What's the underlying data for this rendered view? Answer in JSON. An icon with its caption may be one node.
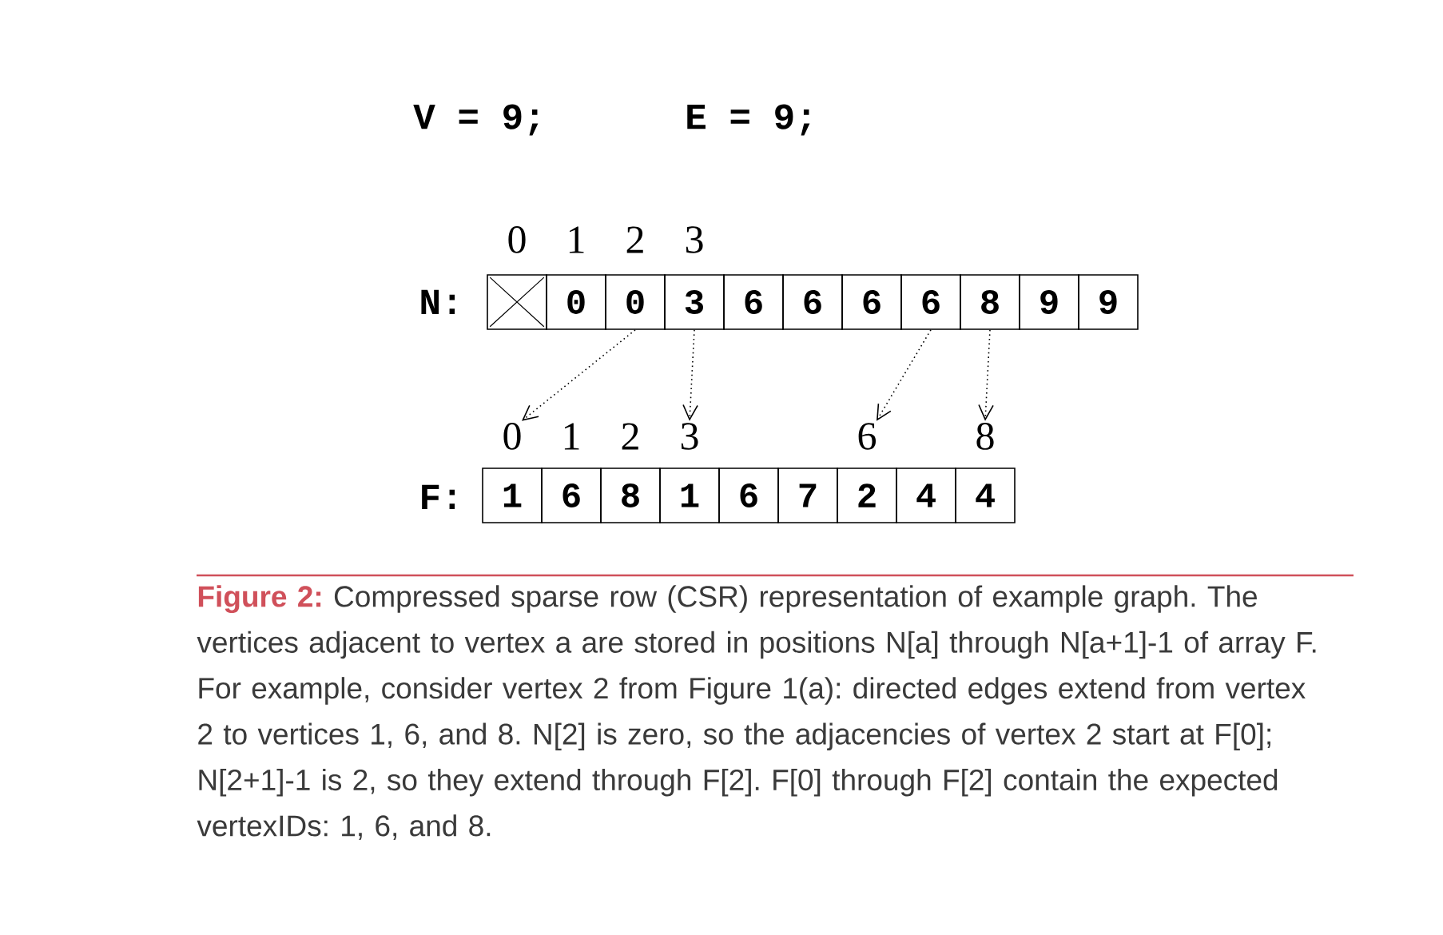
{
  "diagram": {
    "caption": "**Figure 2:** Compressed sparse row (CSR) representation of example graph. The vertices adjacent to vertex a are stored in positions N[a] through N[a+1]-1 of array F. For example, consider vertex 2 from Figure 1(a): directed edges extend from vertex 2 to vertices 1, 6, and 8. N[2] is zero, so the adjacencies of vertex 2 start at F[0]; N[2+1]-1 is 2, so they extend through F[2]. F[0] through F[2] contain the expected vertexIDs: 1, 6, and 8.",
    "nodes": [
      {
        "text": [],
        "shape": "box"
      },
      {
        "text": [
          "0"
        ]
      },
      {
        "text": [
          "0"
        ]
      },
      {
        "text": [
          "3"
        ]
      },
      {
        "text": [
          "6"
        ]
      },
      {
        "text": [
          "6"
        ]
      },
      {
        "text": [
          "6"
        ]
      },
      {
        "text": [
          "6"
        ]
      },
      {
        "text": [
          "8"
        ]
      },
      {
        "text": [
          "9"
        ]
      },
      {
        "text": [
          "9"
        ]
      },
      {
        "text": [
          "1"
        ]
      },
      {
        "text": [
          "6"
        ]
      },
      {
        "text": [
          "8"
        ]
      },
      {
        "text": [
          "1"
        ]
      },
      {
        "text": [
          "6"
        ]
      },
      {
        "text": [
          "7"
        ]
      },
      {
        "text": [
          "2"
        ]
      },
      {
        "text": [
          "4"
        ]
      },
      {
        "text": [
          "4"
        ]
      },
      {
        "text": [
          "0"
        ]
      },
      {
        "text": [
          "1"
        ]
      },
      {
        "text": [
          "2"
        ]
      },
      {
        "text": [
          "3"
        ]
      },
      {
        "text": [
          "6"
        ]
      },
      {
        "text": [
          "8"
        ]
      }
    ],
    "edges": [
      {
        "from": 2,
        "to": 20,
        "arrow": "to",
        "style": "dashed"
      },
      {
        "from": 3,
        "to": 23,
        "arrow": "to",
        "style": "dashed"
      },
      {
        "from": 7,
        "to": 24,
        "arrow": "to",
        "style": "dashed"
      },
      {
        "from": 8,
        "to": 25,
        "arrow": "to",
        "style": "dashed"
      }
    ],
    "labels": [
      "V = 9;",
      "E = 9;",
      "N:",
      "0",
      "1",
      "2",
      "3",
      "F:"
    ]
  }
}
